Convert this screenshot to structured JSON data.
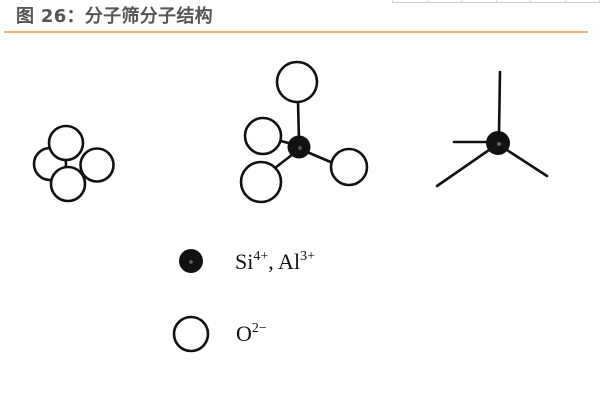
{
  "header": {
    "title": "图 26：分子筛分子结构",
    "rule_color": "#f5b27a",
    "table_stub_columns": 6
  },
  "figure": {
    "panels": [
      {
        "name": "close-packed-oxygen-cluster",
        "description": "Four O2- spheres packed together"
      },
      {
        "name": "tetrahedron-ball-and-stick",
        "description": "Central Si/Al cation bonded to four O2- anions"
      },
      {
        "name": "tetrahedron-skeleton",
        "description": "Central cation with four bond lines"
      }
    ],
    "colors": {
      "stroke": "#111111",
      "cation_fill": "#111111",
      "anion_fill": "#ffffff"
    }
  },
  "legend": {
    "items": [
      {
        "symbol": "filled-circle",
        "label_parts": [
          {
            "text": "Si",
            "sup": "4+"
          },
          {
            "text": ", Al",
            "sup": "3+"
          }
        ]
      },
      {
        "symbol": "open-circle",
        "label_parts": [
          {
            "text": "O",
            "sup": "2−"
          }
        ]
      }
    ]
  }
}
